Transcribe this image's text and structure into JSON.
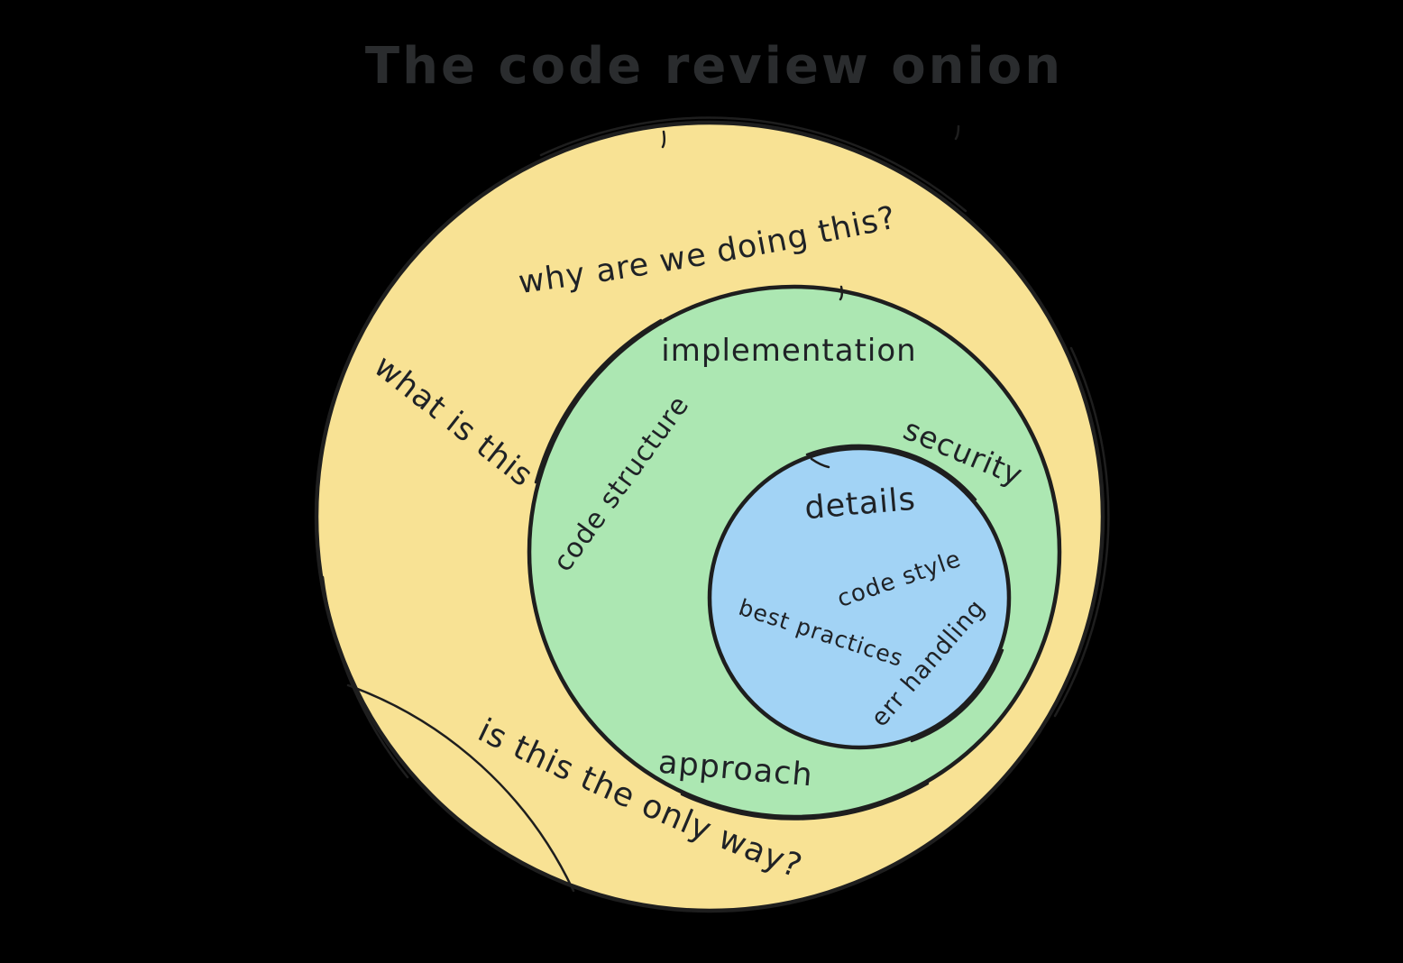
{
  "title": "The code review onion",
  "diagram": {
    "outer_ring": {
      "labels": {
        "top": "why are we doing this?",
        "left": "what is this",
        "bottom": "is this the only way?"
      }
    },
    "middle_ring": {
      "labels": {
        "top": "implementation",
        "left": "code structure",
        "right": "security",
        "bottom": "approach"
      }
    },
    "inner_ring": {
      "labels": {
        "top": "details",
        "right": "code style",
        "left": "best practices",
        "bottom": "err handling"
      }
    }
  },
  "colors": {
    "background": "#000000",
    "outer_fill": "#F8E294",
    "middle_fill": "#ACE7B2",
    "inner_fill": "#A2D3F5",
    "outline": "#1E1E1E",
    "label_text": "#1F2226",
    "title_text": "#2A2C2E"
  }
}
